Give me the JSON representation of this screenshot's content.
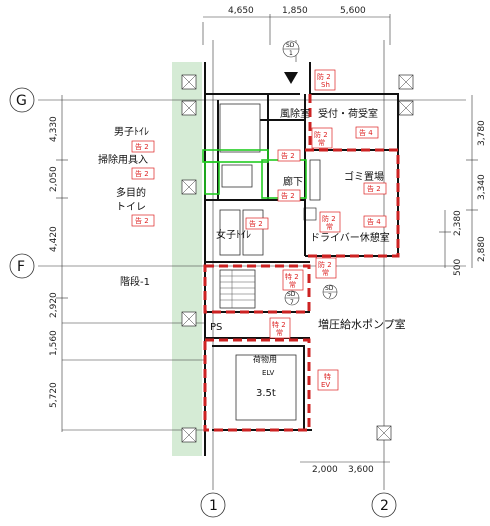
{
  "dimensions": {
    "top": [
      "4,650",
      "1,850",
      "5,600"
    ],
    "left": [
      "4,330",
      "2,050",
      "4,420",
      "2,920",
      "1,560",
      "5,720"
    ],
    "right": [
      "3,780",
      "3,340",
      "2,380",
      "2,880",
      "500"
    ],
    "bottom": [
      "2,000",
      "3,600"
    ]
  },
  "grid": {
    "rows": [
      "G",
      "F"
    ],
    "cols": [
      "1",
      "2"
    ]
  },
  "section_marks": {
    "top": {
      "top": "SD",
      "bottom": "1"
    },
    "mid1": {
      "top": "SD",
      "bottom": "7"
    },
    "mid2": {
      "top": "SD",
      "bottom": "7"
    }
  },
  "rooms": {
    "mens_toilet": "男子ﾄｲﾚ",
    "cleaning_storage": "掃除用具入",
    "multi_toilet_1": "多目的",
    "multi_toilet_2": "トイレ",
    "cleaning_room": "風除室",
    "reception": "受付・荷受室",
    "corridor": "廊下",
    "garbage": "ゴミ置場",
    "womens_toilet": "女子ﾄｲﾚ",
    "driver_room": "ドライバー休憩室",
    "stair": "階段-1",
    "pump_room": "増圧給水ポンプ室",
    "ps": "PS",
    "elv_1": "荷物用",
    "elv_2": "ELV",
    "elv_cap": "3.5t"
  },
  "tags": {
    "ann_1": "告 2",
    "ann_2": "告 2",
    "ann_3": "告 2",
    "ann_4": "告 2",
    "ann_5": "告 2",
    "ann_6": "告 2",
    "ann_7": "告 4",
    "ann_8": "告 4",
    "fire_1_top": "防 2",
    "fire_1_bot": "Sh",
    "fire_2_top": "防 2",
    "fire_2_bot": "常",
    "fire_3_top": "防 2",
    "fire_3_bot": "常",
    "fire_4_top": "防 2",
    "fire_4_bot": "常",
    "spec_1_top": "特 2",
    "spec_1_bot": "常",
    "spec_2_top": "特 2",
    "spec_2_bot": "常",
    "spec_3_top": "特",
    "spec_3_bot": "EV"
  },
  "colors": {
    "red_dash": "#cc2222",
    "green": "#22cc22",
    "sidewalk": "#d5ebd5",
    "wall": "#111111",
    "tag_red": "#dd2222"
  }
}
